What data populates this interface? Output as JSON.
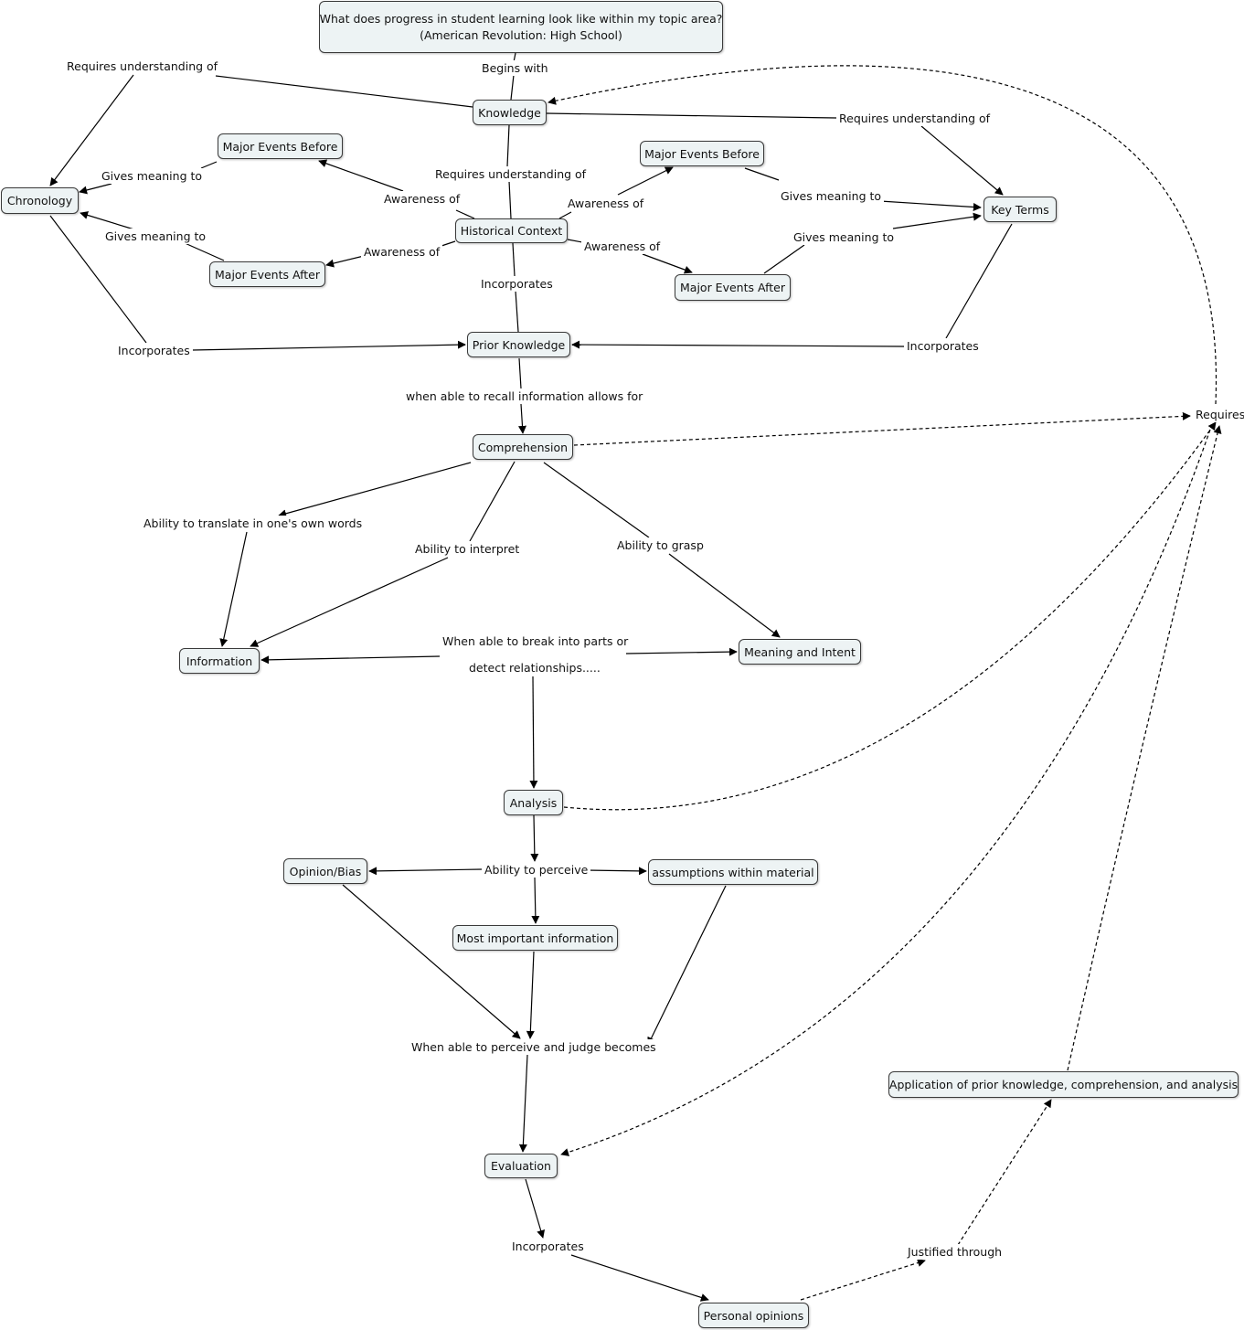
{
  "title": {
    "line1": "What does progress in student learning look like within my topic area?",
    "line2": "(American Revolution:  High School)"
  },
  "nodes": {
    "knowledge": "Knowledge",
    "chronology": "Chronology",
    "major_before_left": "Major Events Before",
    "major_before_right": "Major Events Before",
    "historical_context": "Historical Context",
    "major_after_left": "Major Events After",
    "major_after_right": "Major Events After",
    "key_terms": "Key Terms",
    "prior_knowledge": "Prior Knowledge",
    "comprehension": "Comprehension",
    "information": "Information",
    "meaning_intent": "Meaning and Intent",
    "analysis": "Analysis",
    "opinion_bias": "Opinion/Bias",
    "assumptions": "assumptions within material",
    "most_important": "Most important information",
    "evaluation": "Evaluation",
    "application": "Application of prior knowledge, comprehension, and analysis",
    "personal_opinions": "Personal opinions"
  },
  "labels": {
    "begins_with": "Begins with",
    "req_und_left": "Requires understanding of",
    "req_und_right": "Requires understanding of",
    "req_und_mid": "Requires understanding of",
    "gives_meaning_1": "Gives meaning to",
    "gives_meaning_2": "Gives meaning to",
    "gives_meaning_3": "Gives meaning to",
    "gives_meaning_4": "Gives meaning to",
    "awareness_1": "Awareness of",
    "awareness_2": "Awareness of",
    "awareness_3": "Awareness of",
    "awareness_4": "Awareness of",
    "incorporates_hc": "Incorporates",
    "incorporates_left": "Incorporates",
    "incorporates_right": "Incorporates",
    "recall": "when able to recall information allows for",
    "requires": "Requires",
    "translate": "Ability to translate in one's own words",
    "interpret": "Ability to interpret",
    "grasp": "Ability to grasp",
    "break_parts_1": "When able to break into parts or",
    "break_parts_2": "detect relationships.....",
    "perceive": "Ability to perceive",
    "perceive_judge": "When able to perceive and judge becomes",
    "incorporates_eval": "Incorporates",
    "justified": "Justified through"
  }
}
